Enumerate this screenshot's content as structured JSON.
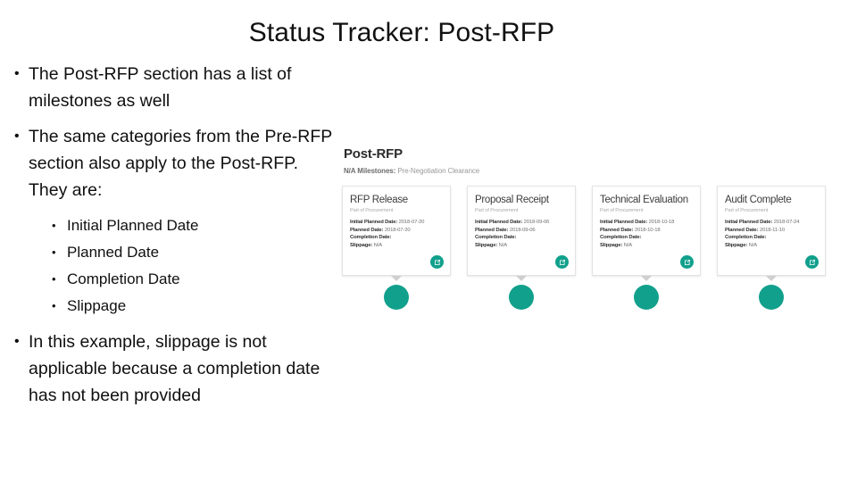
{
  "slide": {
    "title": "Status Tracker: Post-RFP",
    "bullets": [
      {
        "text": "The Post-RFP section has a list of milestones as well"
      },
      {
        "text": "The same categories from the Pre-RFP section also apply to the Post-RFP. They are:"
      }
    ],
    "sub_bullets": [
      "Initial Planned Date",
      "Planned Date",
      "Completion Date",
      "Slippage"
    ],
    "closing_bullet": "In this example, slippage is not applicable because a completion date has not been provided",
    "bullet_glyph": "•"
  },
  "screenshot": {
    "heading": "Post-RFP",
    "subheading_label": "N/A Milestones:",
    "subheading_value": "Pre-Negotiation Clearance",
    "accent_color": "#11a08c",
    "field_labels": {
      "initial_planned": "Initial Planned Date:",
      "planned": "Planned Date:",
      "completion": "Completion Date:",
      "slippage": "Slippage:"
    },
    "cards": [
      {
        "title": "RFP Release",
        "subtitle": "Part of Procurement",
        "initial_planned_date": "2018-07-20",
        "planned_date": "2018-07-20",
        "completion_date": "",
        "slippage": "N/A",
        "edit_icon": "edit-square-icon"
      },
      {
        "title": "Proposal Receipt",
        "subtitle": "Part of Procurement",
        "initial_planned_date": "2018-09-06",
        "planned_date": "2018-09-06",
        "completion_date": "",
        "slippage": "N/A",
        "edit_icon": "edit-square-icon"
      },
      {
        "title": "Technical Evaluation",
        "subtitle": "Part of Procurement",
        "initial_planned_date": "2018-10-18",
        "planned_date": "2018-10-18",
        "completion_date": "",
        "slippage": "N/A",
        "edit_icon": "edit-square-icon"
      },
      {
        "title": "Audit Complete",
        "subtitle": "Part of Procurement",
        "initial_planned_date": "2018-07-24",
        "planned_date": "2018-11-10",
        "completion_date": "",
        "slippage": "N/A",
        "edit_icon": "edit-square-icon"
      }
    ]
  }
}
